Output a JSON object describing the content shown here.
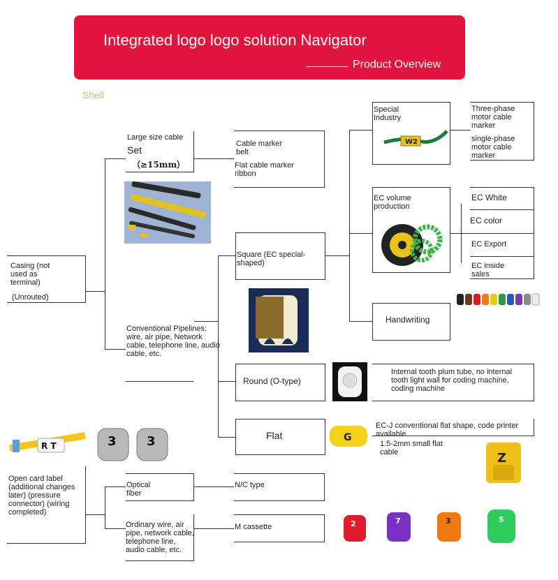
{
  "header": {
    "title": "Integrated logo logo solution Navigator",
    "subtitle": "Product Overview"
  },
  "section_label": "Shell",
  "nodes": {
    "casing": {
      "line1": "Casing (not used as terminal)",
      "line2": "(Unrouted)"
    },
    "large_cable": {
      "line1": "Large size cable",
      "line2": "Set",
      "line3": "（≥15mm）"
    },
    "conventional": "Conventional Pipelines: wire, air pipe, Network cable, telephone line, audio cable, etc.",
    "cable_marker_belt": "Cable marker belt",
    "flat_cable_ribbon": "Flat cable marker ribbon",
    "square": "Square (EC special-shaped)",
    "round": "Round (O-type)",
    "flat": "Flat",
    "special_industry": "Special Industry",
    "ec_volume": "EC volume production",
    "handwriting": "Handwriting",
    "three_phase": "Three-phase motor cable marker",
    "single_phase": "single-phase motor cable marker",
    "ec_white": "EC White",
    "ec_color": "EC color",
    "ec_export": "EC Export",
    "ec_inside": "EC inside sales",
    "internal_tooth": "Internal tooth plum tube, no internal tooth light wall for coding machine, coding machine",
    "ecj": "EC-J conventional flat shape, code printer available",
    "small_flat": "1.5-2mm small flat cable",
    "open_card": "Open card label (additional changes later) (pressure connector) (wiring completed)",
    "optical": "Optical fiber",
    "ordinary": "Ordinary wire, air pipe, network cable, telephone line, audio cable, etc.",
    "nc_type": "N/C type",
    "m_cassette": "M cassette"
  },
  "photo_labels": {
    "w2": "W2",
    "rt": "R T",
    "three": "3",
    "g": "G",
    "z": "Z",
    "colored_tags": [
      "2",
      "7",
      "3",
      "5"
    ]
  },
  "colors": {
    "header": "#e0143c",
    "shell_label": "#c9b98a",
    "line": "#333333"
  }
}
